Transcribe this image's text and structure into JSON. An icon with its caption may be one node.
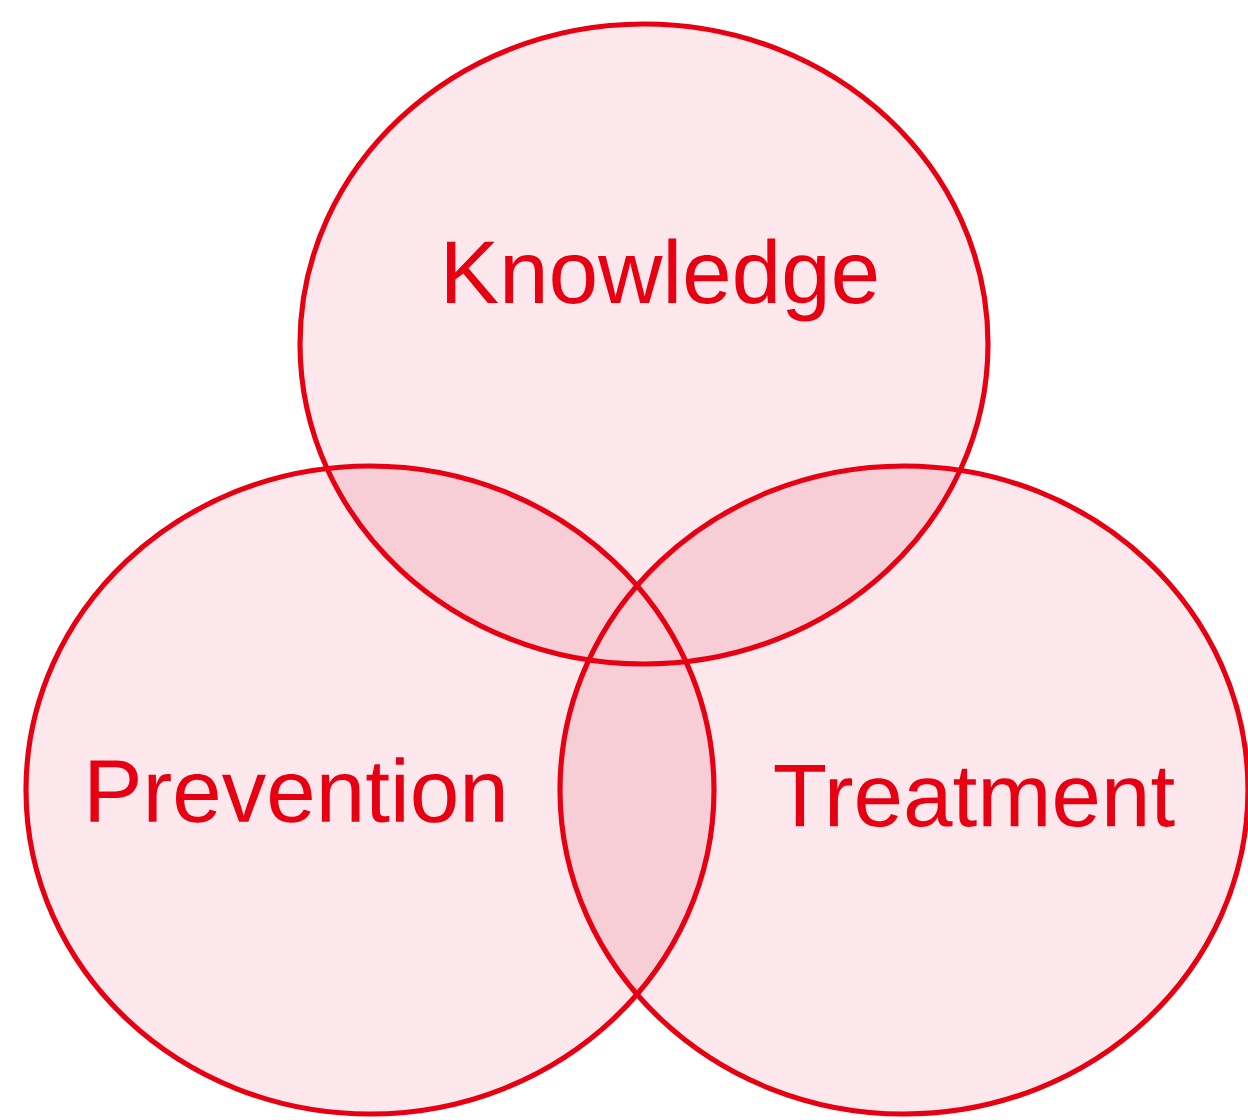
{
  "diagram": {
    "nodes": [
      {
        "text": [
          "Knowledge"
        ]
      },
      {
        "text": [
          "Prevention"
        ]
      },
      {
        "text": [
          "Treatment"
        ]
      }
    ]
  }
}
